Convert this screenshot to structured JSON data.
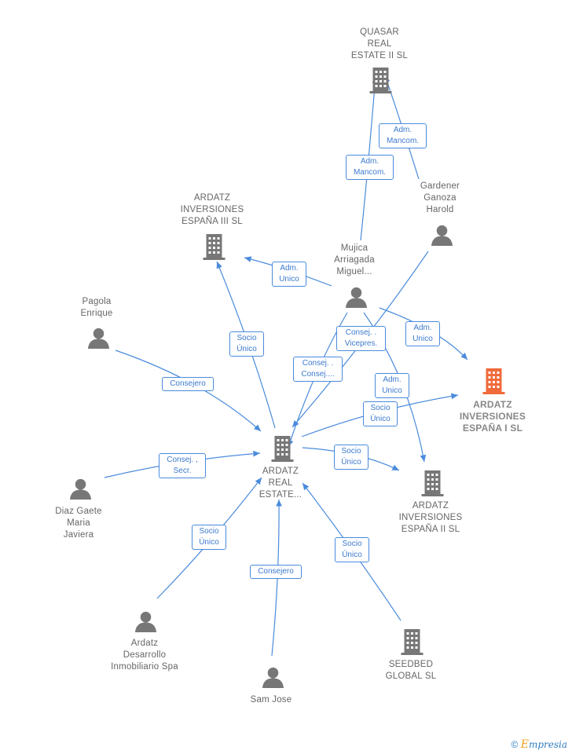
{
  "nodes": {
    "quasar": {
      "label": "QUASAR\nREAL\nESTATE II  SL",
      "icon": "building-icon"
    },
    "gardener": {
      "label": "Gardener\nGanoza\nHarold",
      "icon": "person-icon"
    },
    "ardatz3": {
      "label": "ARDATZ\nINVERSIONES\nESPAÑA III  SL",
      "icon": "building-icon"
    },
    "mujica": {
      "label": "Mujica\nArriagada\nMiguel...",
      "icon": "person-icon"
    },
    "pagola": {
      "label": "Pagola\nEnrique",
      "icon": "person-icon"
    },
    "ardatz1": {
      "label": "ARDATZ\nINVERSIONES\nESPAÑA I  SL",
      "icon": "building-icon"
    },
    "center": {
      "label": "ARDATZ\nREAL\nESTATE...",
      "icon": "building-icon"
    },
    "ardatz2": {
      "label": "ARDATZ\nINVERSIONES\nESPAÑA II  SL",
      "icon": "building-icon"
    },
    "diaz": {
      "label": "Diaz Gaete\nMaria\nJaviera",
      "icon": "person-icon"
    },
    "desarrollo": {
      "label": "Ardatz\nDesarrollo\nInmobiliario Spa",
      "icon": "person-icon"
    },
    "samjose": {
      "label": "Sam Jose",
      "icon": "person-icon"
    },
    "seedbed": {
      "label": "SEEDBED\nGLOBAL  SL",
      "icon": "building-icon"
    }
  },
  "edge_labels": {
    "gardener_quasar": "Adm.\nMancom.",
    "mujica_quasar": "Adm.\nMancom.",
    "mujica_ardatz3": "Adm.\nUnico",
    "mujica_ardatz1": "Adm.\nUnico",
    "mujica_center_vice": "Consej. .\nVicepres.",
    "gardener_center": "Consej. .\nConsej....",
    "mujica_ardatz2": "Adm.\nUnico",
    "center_ardatz3": "Socio\nÚnico",
    "pagola_center": "Consejero",
    "center_ardatz1": "Socio\nÚnico",
    "diaz_center": "Consej. ,\nSecr.",
    "center_ardatz2": "Socio\nÚnico",
    "desarrollo_center": "Socio\nÚnico",
    "samjose_center": "Consejero",
    "seedbed_center": "Socio\nÚnico"
  },
  "colors": {
    "edge": "#4a8bdc",
    "node_icon": "#777777",
    "focus_icon": "#f06a3a"
  },
  "brand": {
    "copyright": "©",
    "initial": "E",
    "name": "mpresia"
  }
}
